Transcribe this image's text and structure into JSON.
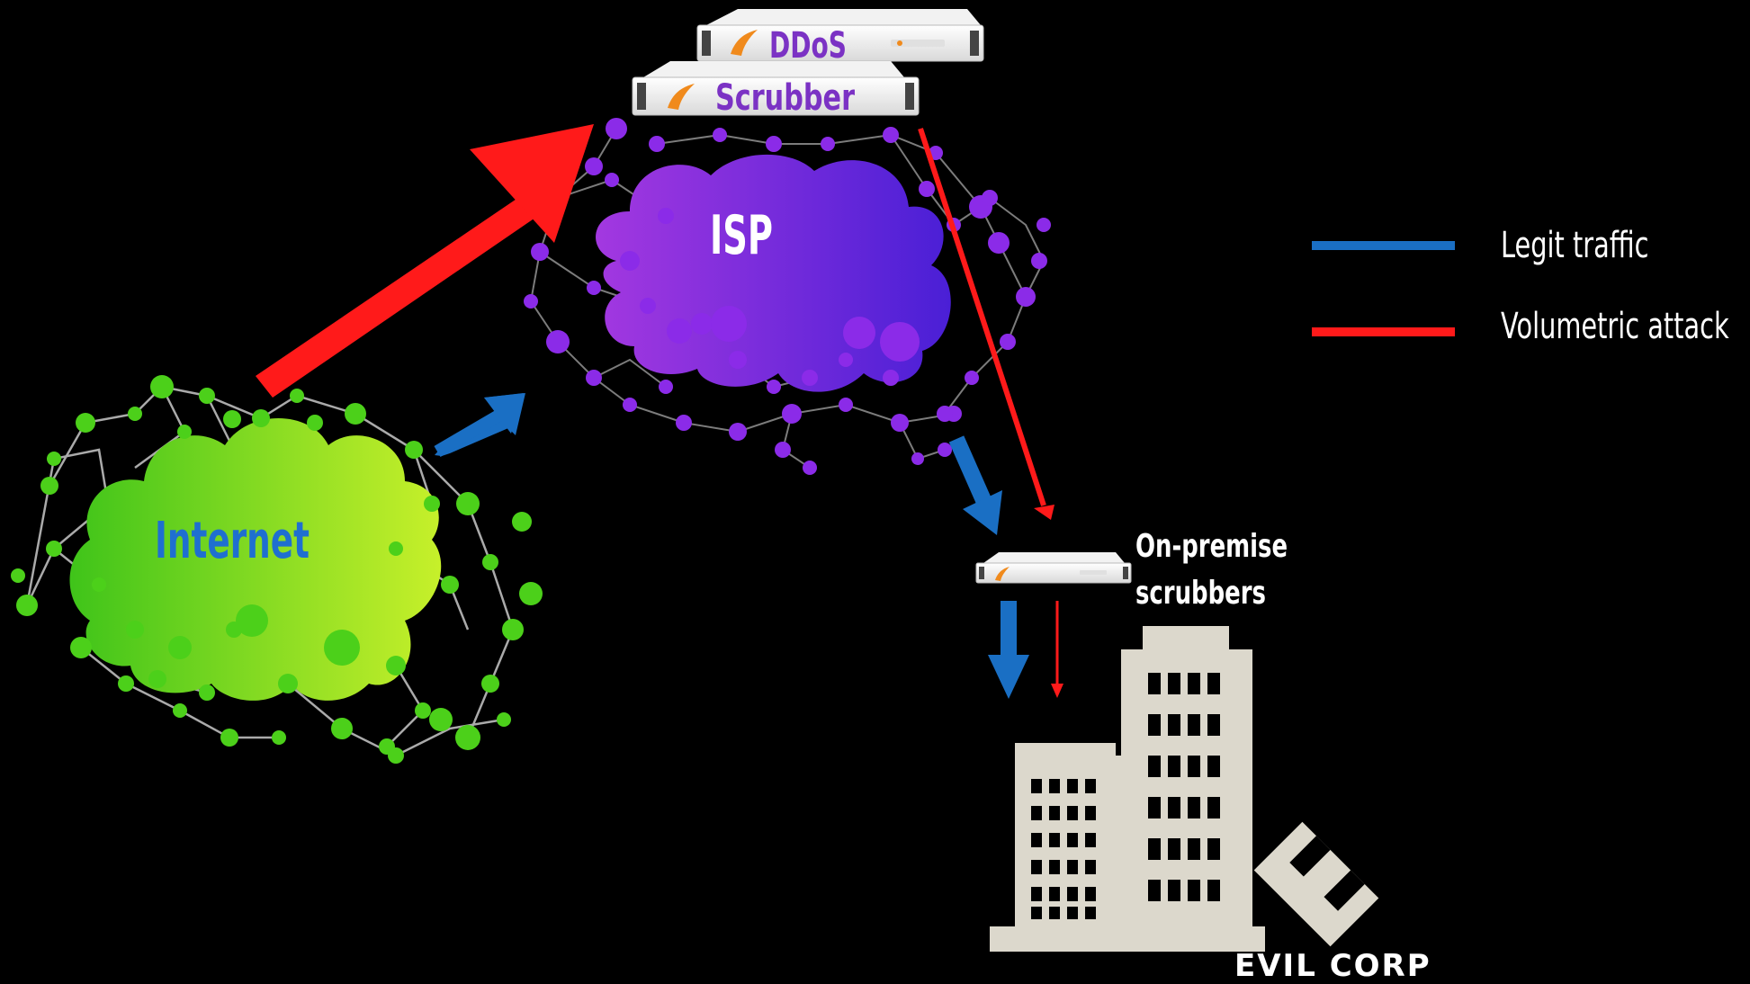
{
  "diagram": {
    "nodes": {
      "internet": "Internet",
      "isp": "ISP",
      "cloud_scrubber_line1": "DDoS",
      "cloud_scrubber_line2": "Scrubber",
      "onprem_line1": "On-premise",
      "onprem_line2": "scrubbers",
      "target": "EVIL CORP"
    },
    "legend": [
      {
        "label": "Legit traffic",
        "color": "#1a6fc4"
      },
      {
        "label": "Volumetric attack",
        "color": "#ff1a1a"
      }
    ],
    "colors": {
      "legit": "#1a6fc4",
      "attack": "#ff1a1a",
      "internet_cloud": "#7fd81c",
      "isp_cloud": "#7a2be0",
      "building": "#dcd8cc"
    },
    "icons": [
      "network-cloud-icon",
      "server-appliance-icon",
      "office-building-icon",
      "evil-corp-logo-icon"
    ]
  }
}
